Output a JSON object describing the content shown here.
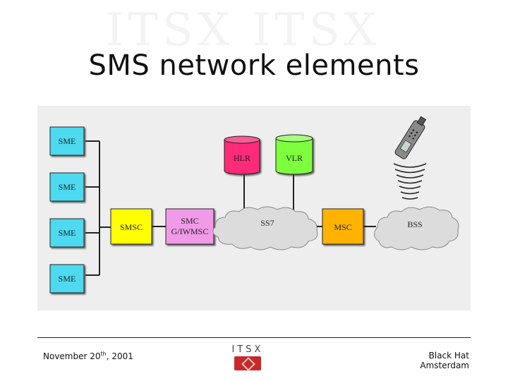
{
  "slide": {
    "title": "SMS network elements",
    "footer_date": "November 20",
    "footer_date_suffix": "th",
    "footer_date_year": ", 2001",
    "footer_right_line1": "Black Hat",
    "footer_right_line2": "Amsterdam",
    "logo_text": "ITSX"
  },
  "diagram": {
    "sme_labels": [
      "SME",
      "SME",
      "SME",
      "SME"
    ],
    "smsc_label": "SMSC",
    "gateway_label_line1": "SMC",
    "gateway_label_line2": "G/IWMSC",
    "ss7_label": "SS7",
    "hlr_label": "HLR",
    "vlr_label": "VLR",
    "msc_label": "MSC",
    "bss_label": "BSS"
  },
  "colors": {
    "sme_fill": "#4dd9f0",
    "smsc_fill": "#ffff00",
    "gateway_fill": "#f19ae8",
    "hlr_fill": "#ff2a78",
    "vlr_fill": "#7dff3c",
    "msc_fill": "#ffb300",
    "cloud_fill": "#dcdcdc"
  }
}
